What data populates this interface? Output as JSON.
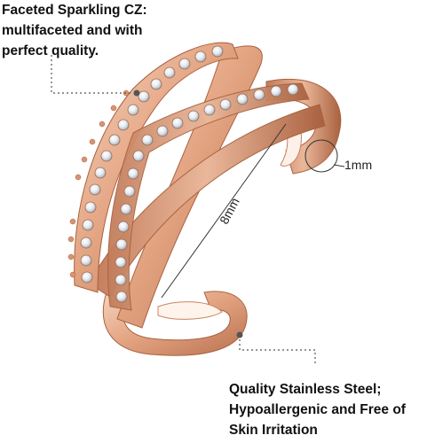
{
  "callouts": {
    "top": {
      "line1": "Faceted Sparkling CZ:",
      "line2": "multifaceted and with",
      "line3": "perfect quality."
    },
    "bottom": {
      "line1": "Quality Stainless Steel;",
      "line2": "Hypoallergenic and Free of",
      "line3": "Skin Irritation"
    }
  },
  "dimensions": {
    "band_width": "1mm",
    "cuff_height": "8mm"
  },
  "colors": {
    "rose_gold_light": "#f3c9b0",
    "rose_gold_mid": "#e0a07f",
    "rose_gold_dark": "#b66e4d",
    "stone": "#eef2f6",
    "callout_line": "#555555"
  }
}
